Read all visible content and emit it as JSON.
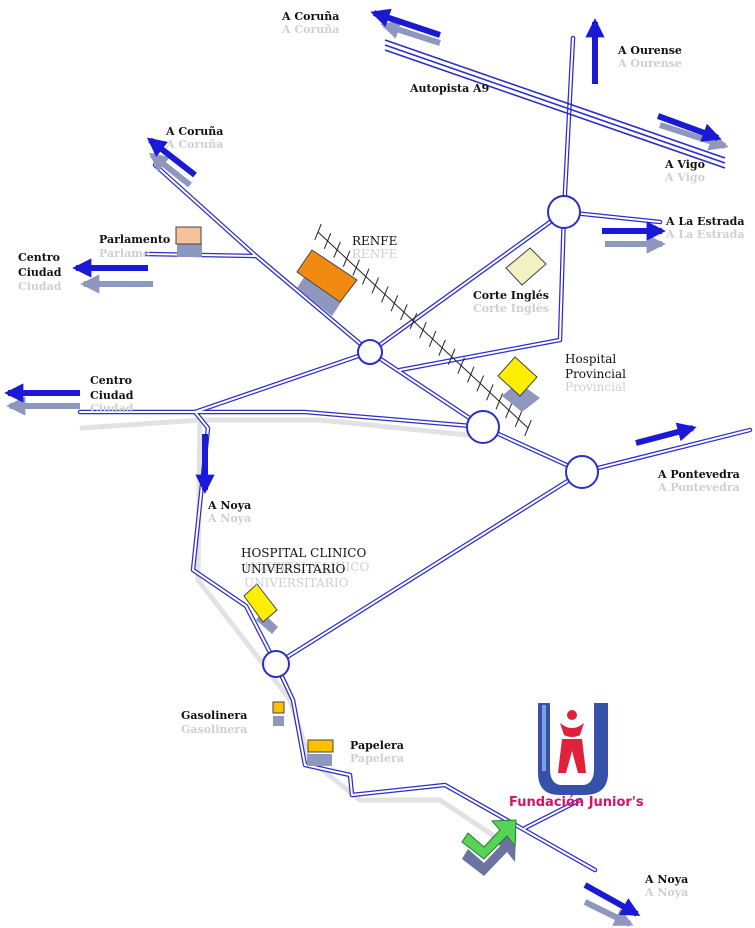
{
  "colors": {
    "road": "#2d2dc8",
    "road_fill": "#ffffff",
    "arrow": "#1a1ad6",
    "arrow_shadow": "#8e97bd",
    "shadow_text": "#cfcfcf",
    "brand_text": "#d4146a",
    "logo_blue": "#1f3f9e",
    "logo_red": "#e0213a",
    "renfe": "#f28a12",
    "parlamento": "#f6c29a",
    "corte_ingles": "#f3f0c2",
    "hospital_provincial": "#ffee00",
    "hospital_clinico": "#ffee00",
    "gasolinera": "#ffc000",
    "papelera": "#ffc000",
    "destination_marker": "#55d455"
  },
  "labels": {
    "coruna_top": "A Coruña",
    "ourense": "A Ourense",
    "autopista": "Autopista A9",
    "vigo": "A Vigo",
    "coruna_left": "A Coruña",
    "estrada": "A La Estrada",
    "parlamento": "Parlamento",
    "parlamento_shadow": "Parlame",
    "renfe": "RENFE",
    "centro_1_line1": "Centro",
    "centro_1_line2": "Ciudad",
    "corte_ingles": "Corte Inglés",
    "hospital_provincial_line1": "Hospital",
    "hospital_provincial_line2": "Provincial",
    "centro_2_line1": "Centro",
    "centro_2_line2": "Ciudad",
    "pontevedra": "A Pontevedra",
    "noya_mid": "A Noya",
    "hcu_line1": "HOSPITAL CLINICO",
    "hcu_line2": "UNIVERSITARIO",
    "gasolinera": "Gasolinera",
    "papelera": "Papelera",
    "fundacion": "Fundación Junior's",
    "noya_bottom": "A Noya"
  },
  "icons": {
    "logo": "fundacion-juniors-logo-icon",
    "destination": "destination-check-arrow-icon",
    "railway": "railway-track-icon",
    "roundabout": "roundabout-icon"
  }
}
